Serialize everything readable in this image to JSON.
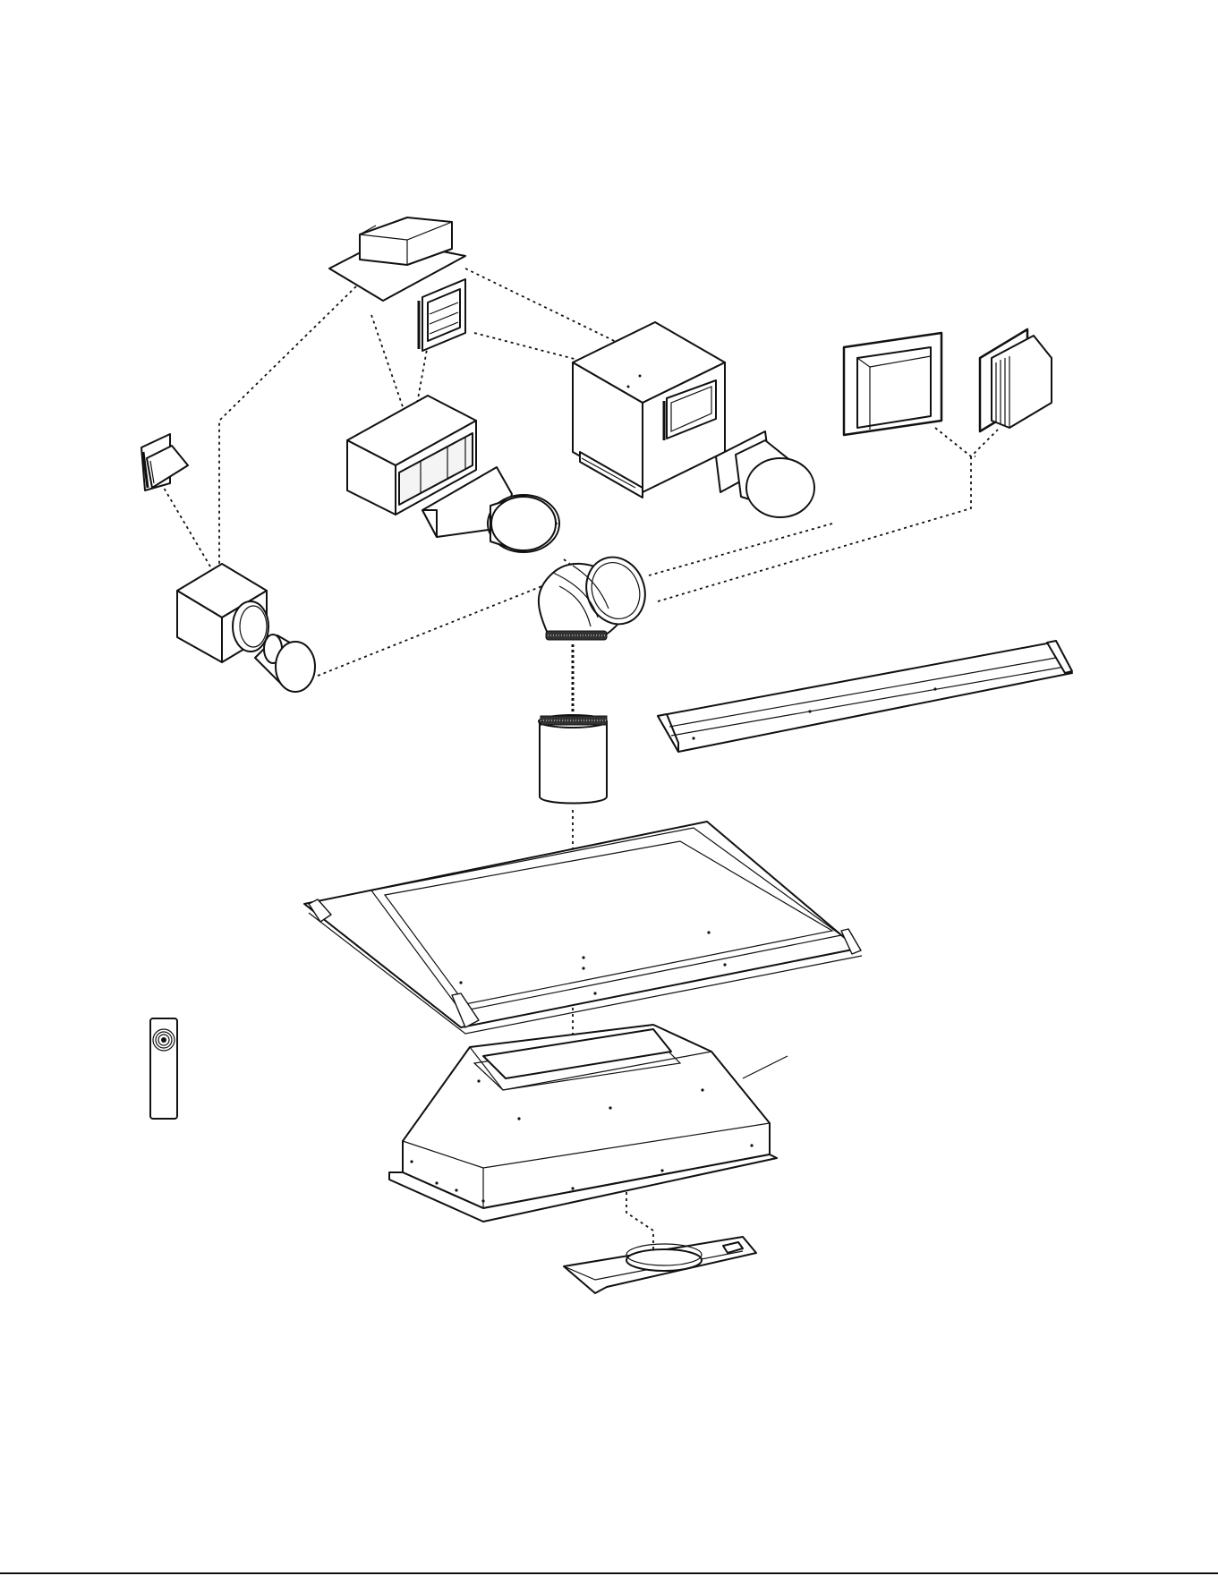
{
  "diagram": {
    "parts": [
      {
        "id": "roof-cap",
        "icon": "roof-cap-icon"
      },
      {
        "id": "wall-louver-small",
        "icon": "louver-icon"
      },
      {
        "id": "inline-blower-rect",
        "icon": "inline-blower-icon"
      },
      {
        "id": "rect-to-round-transition",
        "icon": "duct-transition-icon"
      },
      {
        "id": "external-blower",
        "icon": "external-blower-icon"
      },
      {
        "id": "round-transition",
        "icon": "duct-transition-icon"
      },
      {
        "id": "wall-cap-flat",
        "icon": "wall-cap-icon"
      },
      {
        "id": "wall-cap-louvered",
        "icon": "wall-cap-icon"
      },
      {
        "id": "wall-cap-small",
        "icon": "wall-cap-icon"
      },
      {
        "id": "inline-blower-square",
        "icon": "inline-blower-icon"
      },
      {
        "id": "round-adapter",
        "icon": "round-duct-icon"
      },
      {
        "id": "elbow-duct",
        "icon": "elbow-duct-icon"
      },
      {
        "id": "straight-duct",
        "icon": "round-duct-icon"
      },
      {
        "id": "back-splash-rail",
        "icon": "rail-icon"
      },
      {
        "id": "liner-flange",
        "icon": "liner-icon"
      },
      {
        "id": "hood-insert",
        "icon": "hood-insert-icon"
      },
      {
        "id": "damper-plate",
        "icon": "damper-icon"
      },
      {
        "id": "remote-control",
        "icon": "remote-control-icon"
      }
    ]
  }
}
